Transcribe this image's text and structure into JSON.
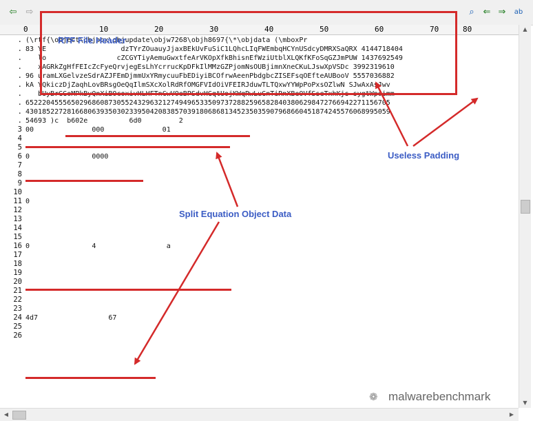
{
  "toolbar": {
    "left": [
      {
        "name": "back-arrow-icon",
        "glyph": "⇦",
        "enabled": true
      },
      {
        "name": "forward-arrow-icon",
        "glyph": "⇨",
        "enabled": false
      }
    ],
    "right": [
      {
        "name": "find-icon",
        "glyph": "⌕"
      },
      {
        "name": "find-previous-icon",
        "glyph": "⇐"
      },
      {
        "name": "find-next-icon",
        "glyph": "⇒"
      },
      {
        "name": "replace-icon",
        "glyph": "ab"
      }
    ]
  },
  "ruler": {
    "marks": [
      "0",
      "10",
      "20",
      "30",
      "40",
      "50",
      "60",
      "70",
      "80"
    ]
  },
  "editor": {
    "lines": [
      {
        "num": ".",
        "text": "(\\rtf{\\object\\objocx\\objupdate\\objw7268\\objh8697{\\*\\objdata (\\mboxPr"
      },
      {
        "num": ".",
        "text": "83 YE                  dzTYrZOuauyJjaxBEkUvFuSiC1LQhcLIqFWEmbqHCYnUSdcyDMRXSaQRX 4144718404"
      },
      {
        "num": ".",
        "text": "   lo                 cZCGYTiyAemuGwxtfeArVKOpXfkBhisnEfWziUtblXLQKfKFoSqGZJmPUW 1437692549"
      },
      {
        "num": ".",
        "text": "   xAGRkZgHfFEIcZcFyeQrvjegEsLhYcrrucKpDFkIlMMzGZPjomNsOUBjimnXneCKuLJswXpVSDc 3992319610"
      },
      {
        "num": ".",
        "text": "96 uramLXGelvzeSdrAZJFEmDjmmUxYRmycuuFbEDiyiBCOfrwAeenPbdgbcZISEFsqOEfteAUBooV 5557036882"
      },
      {
        "num": ".",
        "text": "kA YQkiczDjZaqhLovBRsgOeQqIlmSXcXolRdRfOMGFVIdOiVFEIRJduwTLTQxwYYWpPoPxsOZlwN SJwAxAsJwv"
      },
      {
        "num": ".",
        "text": "   bUyBrGGoMPkByQnXiBOcoxivHLHFTnCwVOeBPSdvHGqtUojKWqRwLuGnTiRnXBeOVfSseTxhKjs sygtWpoimm"
      },
      {
        "num": ".",
        "text": "6522204555650296860873055243296321274949653350973728825965828403806298472766942271156705"
      },
      {
        "num": ".",
        "text": "4301852272816680639350302339504208385703918068681345235035907968660451874245576068995059"
      },
      {
        "num": ".",
        "text": "54693 )c  b602e          6d0         2"
      },
      {
        "num": "3",
        "text": "00              000              01"
      },
      {
        "num": "4",
        "text": ""
      },
      {
        "num": "5",
        "text": ""
      },
      {
        "num": "6",
        "text": "0               0000"
      },
      {
        "num": "7",
        "text": ""
      },
      {
        "num": "8",
        "text": ""
      },
      {
        "num": "9",
        "text": ""
      },
      {
        "num": "10",
        "text": ""
      },
      {
        "num": "11",
        "text": "0"
      },
      {
        "num": "12",
        "text": ""
      },
      {
        "num": "13",
        "text": ""
      },
      {
        "num": "14",
        "text": ""
      },
      {
        "num": "15",
        "text": ""
      },
      {
        "num": "16",
        "text": "0               4                 a"
      },
      {
        "num": "17",
        "text": ""
      },
      {
        "num": "18",
        "text": ""
      },
      {
        "num": "19",
        "text": ""
      },
      {
        "num": "20",
        "text": ""
      },
      {
        "num": "21",
        "text": ""
      },
      {
        "num": "22",
        "text": ""
      },
      {
        "num": "23",
        "text": ""
      },
      {
        "num": "24",
        "text": "4d7                 67"
      },
      {
        "num": "25",
        "text": ""
      },
      {
        "num": "26",
        "text": ""
      }
    ]
  },
  "annotations": {
    "rtf_header": "RTF File Header",
    "useless_padding": "Useless Padding",
    "split_equation": "Split Equation Object Data",
    "colors": {
      "red": "#d42a2a",
      "blue": "#3b5cc4"
    }
  },
  "watermark": {
    "text": "malwarebenchmark",
    "icon": "wechat-icon"
  }
}
